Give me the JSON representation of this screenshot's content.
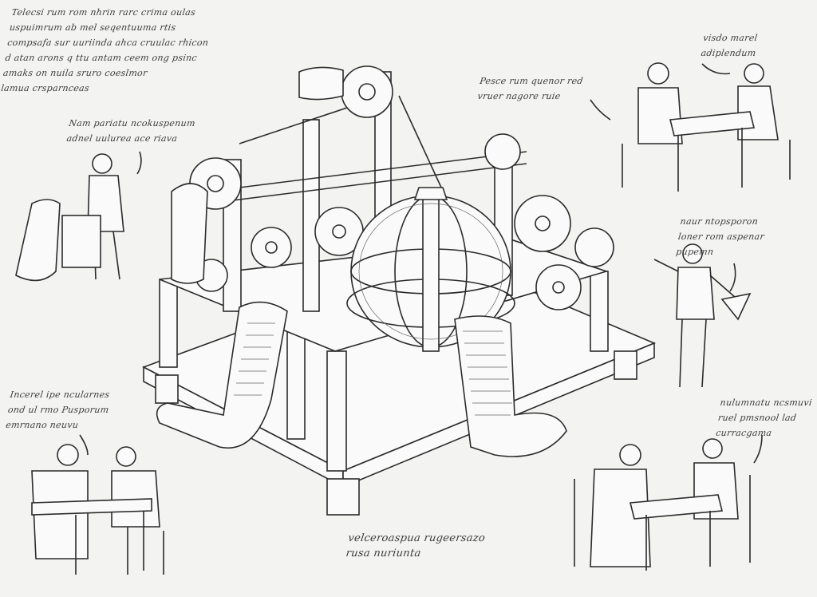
{
  "illustration": {
    "notes": {
      "top_left": "Telecsi rum rom nhrin rarc crima oulas\nuspuimrum ab mel seqentuuma rtis\ncompsafa sur uuriinda ahca cruulac rhicon\nd atan arons q ttu antam ceem ong psinc\namaks on nuila sruro coeslmor\nlamua crsparnceas",
      "left_figure": "Nam pariatu ncokuspenum\nadnel uulurea ace riava",
      "top_right": "visdo marel\nadiplendum",
      "top_center_right": "Pesce rum quenor red\nvruer nagore ruie",
      "right_middle": "naur ntopsporon\nloner rom aspenar\npupemn",
      "right_lower": "nulumnatu ncsmuvi\nruel pmsnool lad\ncurracgama",
      "bottom_left": "Incerel ipe ncularnes\nond ul rmo Pusporum\nemrnano neuvu",
      "caption": "velceroaspua rugeersazo\nrusa nuriunta"
    }
  }
}
